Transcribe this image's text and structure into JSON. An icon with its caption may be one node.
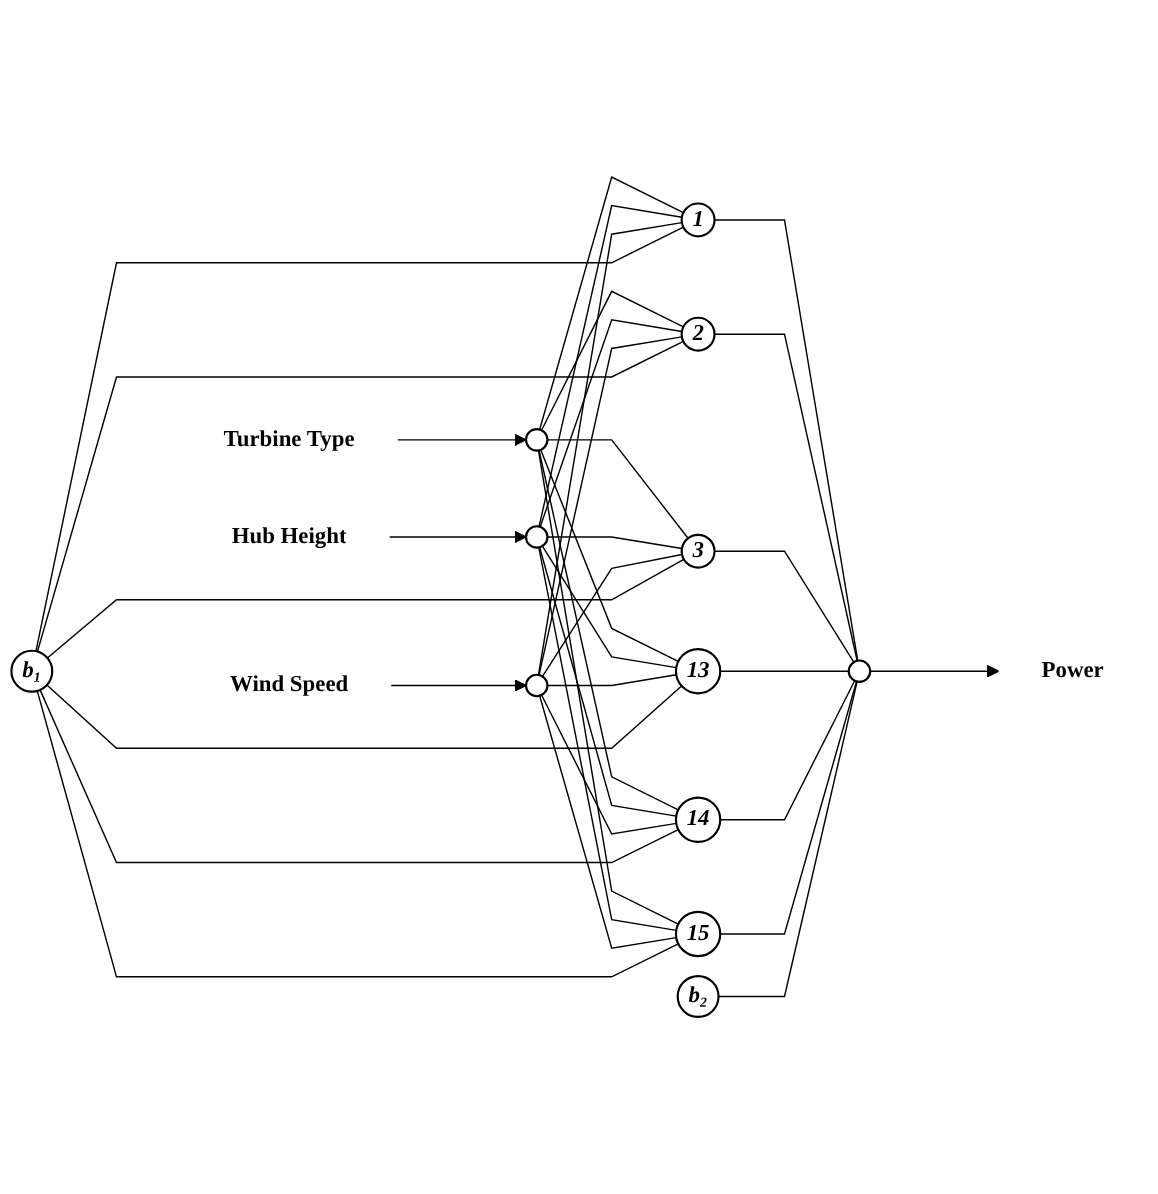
{
  "diagram": {
    "nodes": [
      {
        "text": [
          "Turbine Type"
        ]
      },
      {
        "text": [],
        "shape": "circle"
      },
      {
        "text": [
          "Hub Height"
        ]
      },
      {
        "text": [],
        "shape": "circle"
      },
      {
        "text": [
          "Wind Speed"
        ]
      },
      {
        "text": [],
        "shape": "circle"
      },
      {
        "text": [
          "b₁"
        ]
      },
      {
        "text": [
          "1"
        ]
      },
      {
        "text": [
          "2"
        ]
      },
      {
        "text": [
          "3"
        ]
      },
      {
        "text": [
          "13"
        ]
      },
      {
        "text": [
          "14"
        ]
      },
      {
        "text": [
          "15"
        ]
      },
      {
        "text": [
          "b₂"
        ]
      },
      {
        "text": [],
        "shape": "circle"
      },
      {
        "text": [
          "Power"
        ]
      }
    ],
    "edges": [
      {
        "from": 0,
        "to": 1,
        "arrow": "to"
      },
      {
        "from": 2,
        "to": 3,
        "arrow": "to"
      },
      {
        "from": 4,
        "to": 5,
        "arrow": "to"
      },
      {
        "from": 1,
        "to": 7,
        "arrow": "none"
      },
      {
        "from": 1,
        "to": 8,
        "arrow": "none"
      },
      {
        "from": 1,
        "to": 9,
        "arrow": "none"
      },
      {
        "from": 1,
        "to": 10,
        "arrow": "none"
      },
      {
        "from": 1,
        "to": 11,
        "arrow": "none"
      },
      {
        "from": 1,
        "to": 12,
        "arrow": "none"
      },
      {
        "from": 3,
        "to": 7,
        "arrow": "none"
      },
      {
        "from": 3,
        "to": 8,
        "arrow": "none"
      },
      {
        "from": 3,
        "to": 9,
        "arrow": "none"
      },
      {
        "from": 3,
        "to": 10,
        "arrow": "none"
      },
      {
        "from": 3,
        "to": 11,
        "arrow": "none"
      },
      {
        "from": 3,
        "to": 12,
        "arrow": "none"
      },
      {
        "from": 5,
        "to": 7,
        "arrow": "none"
      },
      {
        "from": 5,
        "to": 8,
        "arrow": "none"
      },
      {
        "from": 5,
        "to": 9,
        "arrow": "none"
      },
      {
        "from": 5,
        "to": 10,
        "arrow": "none"
      },
      {
        "from": 5,
        "to": 11,
        "arrow": "none"
      },
      {
        "from": 5,
        "to": 12,
        "arrow": "none"
      },
      {
        "from": 6,
        "to": 7,
        "arrow": "none"
      },
      {
        "from": 6,
        "to": 8,
        "arrow": "none"
      },
      {
        "from": 6,
        "to": 9,
        "arrow": "none"
      },
      {
        "from": 6,
        "to": 10,
        "arrow": "none"
      },
      {
        "from": 6,
        "to": 11,
        "arrow": "none"
      },
      {
        "from": 6,
        "to": 12,
        "arrow": "none"
      },
      {
        "from": 7,
        "to": 14,
        "arrow": "none"
      },
      {
        "from": 8,
        "to": 14,
        "arrow": "none"
      },
      {
        "from": 9,
        "to": 14,
        "arrow": "none"
      },
      {
        "from": 10,
        "to": 14,
        "arrow": "none"
      },
      {
        "from": 11,
        "to": 14,
        "arrow": "none"
      },
      {
        "from": 12,
        "to": 14,
        "arrow": "none"
      },
      {
        "from": 13,
        "to": 14,
        "arrow": "none"
      },
      {
        "from": 14,
        "to": 15,
        "arrow": "to"
      }
    ]
  }
}
